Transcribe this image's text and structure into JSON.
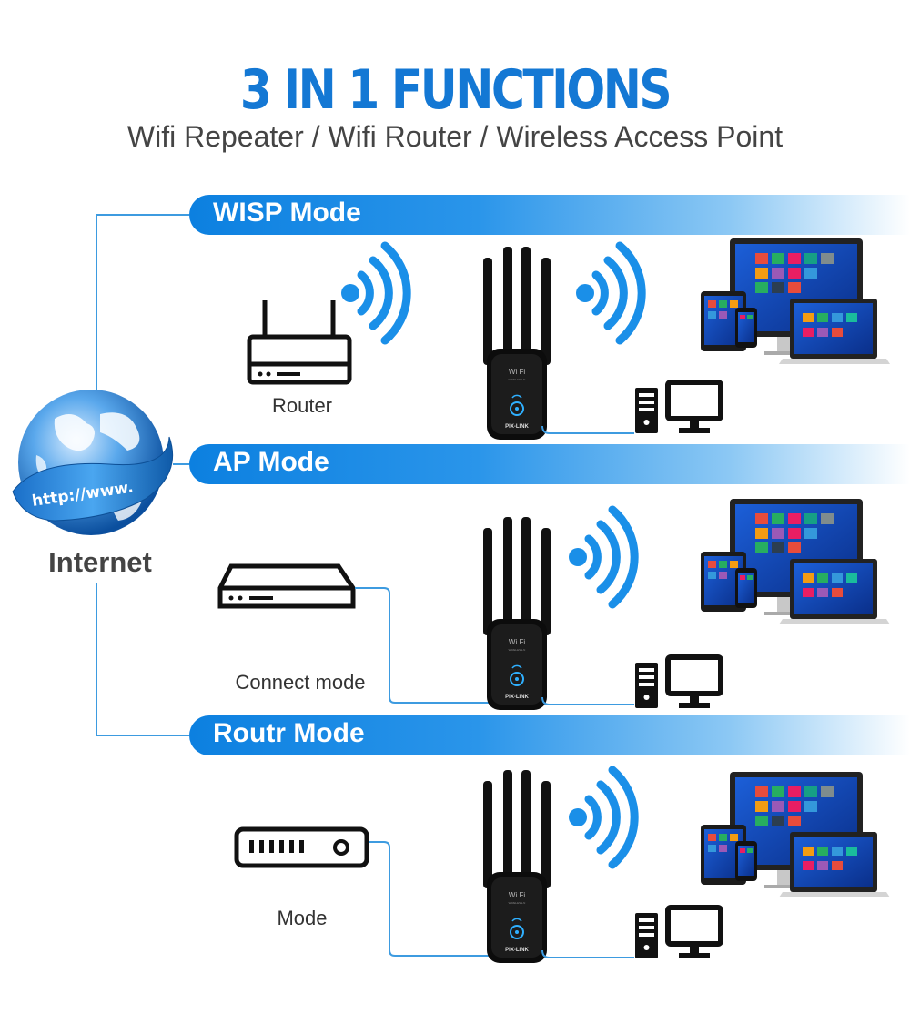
{
  "header": {
    "title": "3 IN 1 FUNCTIONS",
    "subtitle": "Wifi Repeater / Wifi Router / Wireless Access Point"
  },
  "internet": {
    "label": "Internet",
    "globe_text": "http://www."
  },
  "modes": [
    {
      "title": "WISP Mode",
      "device_label": "Router"
    },
    {
      "title": "AP Mode",
      "device_label": "Connect mode"
    },
    {
      "title": "Routr Mode",
      "device_label": "Mode"
    }
  ],
  "extender": {
    "brand": "PIX-LINK",
    "logo": "Wi Fi"
  },
  "colors": {
    "accent": "#1478d4",
    "signal": "#1a8fe8",
    "line": "#3d9be0",
    "device_black": "#111111"
  }
}
